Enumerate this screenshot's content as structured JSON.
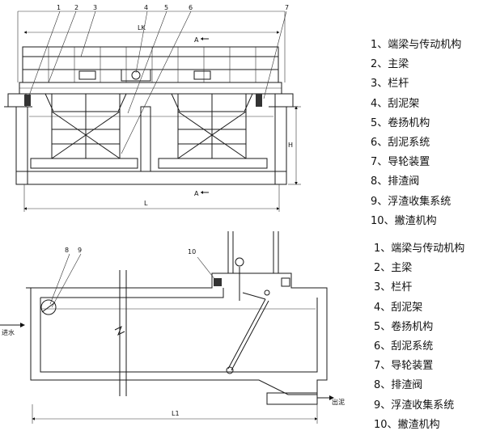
{
  "top_view": {
    "callouts": [
      "1",
      "2",
      "3",
      "4",
      "5",
      "6",
      "7"
    ],
    "dim_lk": "LK",
    "dim_l": "L",
    "dim_h": "H",
    "section_mark": "A"
  },
  "bottom_view": {
    "callouts": [
      "8",
      "9",
      "10"
    ],
    "dim_l1": "L1",
    "inlet": "进水",
    "outlet": "出泥"
  },
  "legend_top": [
    {
      "no": "1",
      "sep": "、",
      "label": "端梁与传动机构"
    },
    {
      "no": "2",
      "sep": "、",
      "label": "主梁"
    },
    {
      "no": "3",
      "sep": "、",
      "label": "栏杆"
    },
    {
      "no": "4",
      "sep": "、",
      "label": "刮泥架"
    },
    {
      "no": "5",
      "sep": "、",
      "label": "卷扬机构"
    },
    {
      "no": "6",
      "sep": "、",
      "label": "刮泥系统"
    },
    {
      "no": "7",
      "sep": "、",
      "label": "导轮装置"
    },
    {
      "no": "8",
      "sep": "、",
      "label": "排渣阀"
    },
    {
      "no": "9",
      "sep": "、",
      "label": "浮渣收集系统"
    },
    {
      "no": "10",
      "sep": "、",
      "label": "撇渣机构"
    }
  ],
  "legend_bottom": [
    {
      "no": "1",
      "sep": "、",
      "label": "端梁与传动机构"
    },
    {
      "no": "2",
      "sep": "、",
      "label": "主梁"
    },
    {
      "no": "3",
      "sep": "、",
      "label": "栏杆"
    },
    {
      "no": "4",
      "sep": "、",
      "label": "刮泥架"
    },
    {
      "no": "5",
      "sep": "、",
      "label": "卷扬机构"
    },
    {
      "no": "6",
      "sep": "、",
      "label": "刮泥系统"
    },
    {
      "no": "7",
      "sep": "、",
      "label": "导轮装置"
    },
    {
      "no": "8",
      "sep": "、",
      "label": "排渣阀"
    },
    {
      "no": "9",
      "sep": "、",
      "label": "浮渣收集系统"
    },
    {
      "no": "10",
      "sep": "、",
      "label": "撇渣机构"
    }
  ]
}
